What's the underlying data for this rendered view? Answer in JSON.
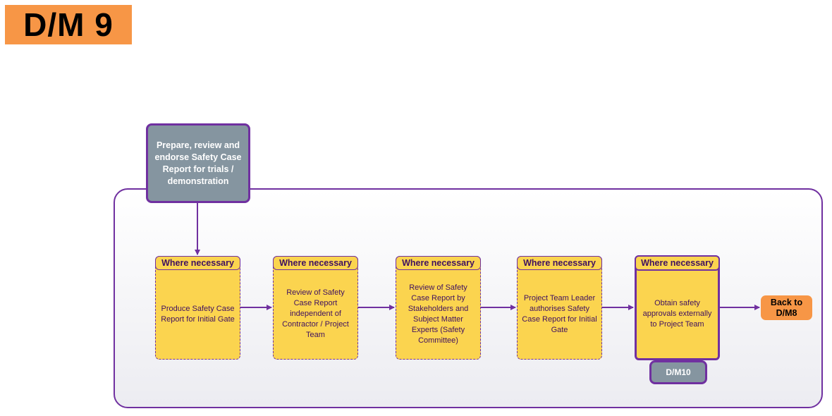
{
  "page_title": "D/M 9",
  "top_process": "Prepare, review and endorse Safety Case Report for trials / demonstration",
  "steps": [
    {
      "header": "Where necessary",
      "text": "Produce Safety Case Report for Initial Gate"
    },
    {
      "header": "Where necessary",
      "text": "Review of Safety Case Report independent of Contractor / Project Team"
    },
    {
      "header": "Where necessary",
      "text": "Review of Safety Case Report by Stakeholders and Subject Matter Experts (Safety Committee)"
    },
    {
      "header": "Where necessary",
      "text": "Project Team Leader authorises Safety Case Report for Initial Gate"
    },
    {
      "header": "Where necessary",
      "text": "Obtain safety approvals externally to Project Team"
    }
  ],
  "back_link": "Back to D/M8",
  "next_link": "D/M10",
  "colors": {
    "orange": "#f79646",
    "purple": "#7030a0",
    "yellow": "#fbd44f",
    "grey": "#8595a0"
  }
}
